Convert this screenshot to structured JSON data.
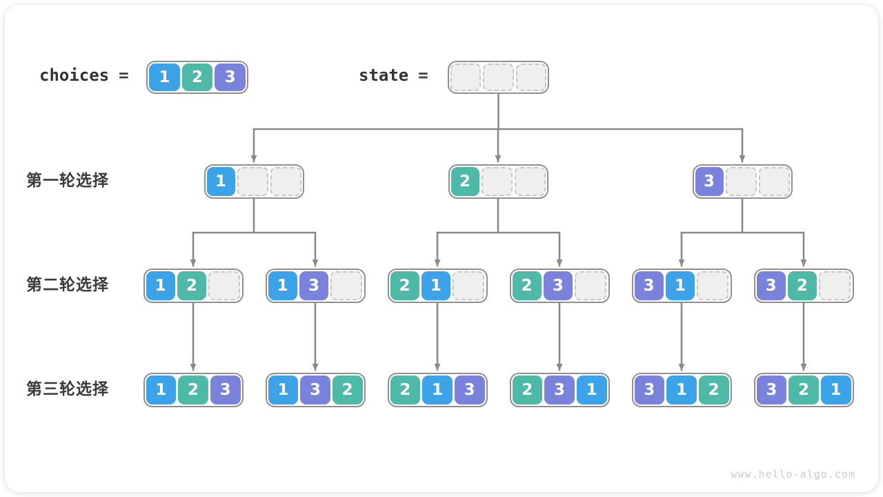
{
  "colors": {
    "tile1": "#3CA3E8",
    "tile2": "#4DB9A6",
    "tile3": "#7A82DC",
    "empty_fill": "#EFEFEF",
    "empty_border": "#C6C6C6",
    "box_border": "#8F8F8F",
    "connector": "#898989",
    "label_text": "#3B3B3B",
    "watermark": "#CBCBCB"
  },
  "header": {
    "choices_label": "choices",
    "state_label": "state",
    "equals": "=",
    "choices_values": [
      1,
      2,
      3
    ],
    "state_values": [
      null,
      null,
      null
    ]
  },
  "rows": [
    {
      "label": "第一轮选择",
      "boxes": [
        [
          1,
          null,
          null
        ],
        [
          2,
          null,
          null
        ],
        [
          3,
          null,
          null
        ]
      ]
    },
    {
      "label": "第二轮选择",
      "boxes": [
        [
          1,
          2,
          null
        ],
        [
          1,
          3,
          null
        ],
        [
          2,
          1,
          null
        ],
        [
          2,
          3,
          null
        ],
        [
          3,
          1,
          null
        ],
        [
          3,
          2,
          null
        ]
      ]
    },
    {
      "label": "第三轮选择",
      "boxes": [
        [
          1,
          2,
          3
        ],
        [
          1,
          3,
          2
        ],
        [
          2,
          1,
          3
        ],
        [
          2,
          3,
          1
        ],
        [
          3,
          1,
          2
        ],
        [
          3,
          2,
          1
        ]
      ]
    }
  ],
  "watermark": "www.hello-algo.com"
}
